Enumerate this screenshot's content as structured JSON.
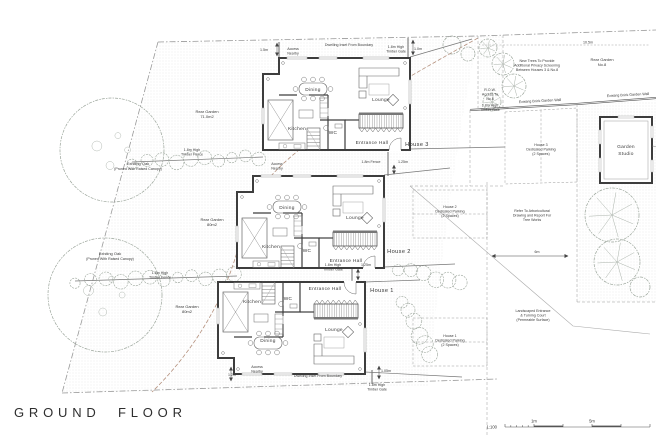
{
  "drawing_title": "GROUND FLOOR",
  "houses": {
    "h1": {
      "name": "House 1"
    },
    "h2": {
      "name": "House 2"
    },
    "h3": {
      "name": "House 3"
    }
  },
  "rooms": {
    "dining": "Dining",
    "lounge": "Lounge",
    "kitchen": "Kitchen",
    "wc": "WC",
    "hall": "Entrance Hall"
  },
  "annotations": {
    "dwelling_inset": "Dwelling Inset From Boundary",
    "gate_l1": "1.8m High",
    "gate_l2": "Timber Gate",
    "fence_l1": "1.8m High",
    "fence_l2": "Timber Fence",
    "fence_short": "1.8m Fence",
    "access_l1": "Access",
    "access_l2": "Nearby",
    "oak_l1": "Existing Oak",
    "oak_l2": "(Pruned With Raised Canopy)",
    "rear_garden": "Rear Garden",
    "area_h3": "71.0m2",
    "area_h2": "80m2",
    "area_h1": "80m2",
    "no8_l1": "Rear Garden",
    "no8_l2": "No.8",
    "new_trees_l1": "New Trees To Provide",
    "new_trees_l2": "Additional Privacy Screening",
    "new_trees_l3": "Between Houses 3 & No.8",
    "brick_wall": "Existing Brick Garden Wall",
    "row_l1": "R.O.W.",
    "row_l2": "Access To",
    "row_l3": "No.8",
    "parking_l2": "Dedicated Parking",
    "parking_l3": "(2 Spaces)",
    "refer_l1": "Refer To Arboricultural",
    "refer_l2": "Drawing and Report For",
    "refer_l3": "Tree Works",
    "landscaped_l1": "Landscaped Entrance",
    "landscaped_l2": "& Turning Court",
    "landscaped_l3": "(Permeable Surface)",
    "studio_l1": "Garden",
    "studio_l2": "Studio"
  },
  "dimensions": {
    "boundary_no8": "10.5m",
    "gate_h3_side": "1.5m",
    "gate_h3_top": "1.0m",
    "gate_125": "1.25m",
    "gate_h1_side": "1.2m",
    "gate_h1_bottom": "1.05m",
    "court": "6m"
  },
  "scale_bar": {
    "ratio": "1:100",
    "one": "1m",
    "five": "5m"
  },
  "colors": {
    "line": "#3d3d3d",
    "boundary_curve": "#b5917e",
    "text": "#3a3a3a"
  }
}
